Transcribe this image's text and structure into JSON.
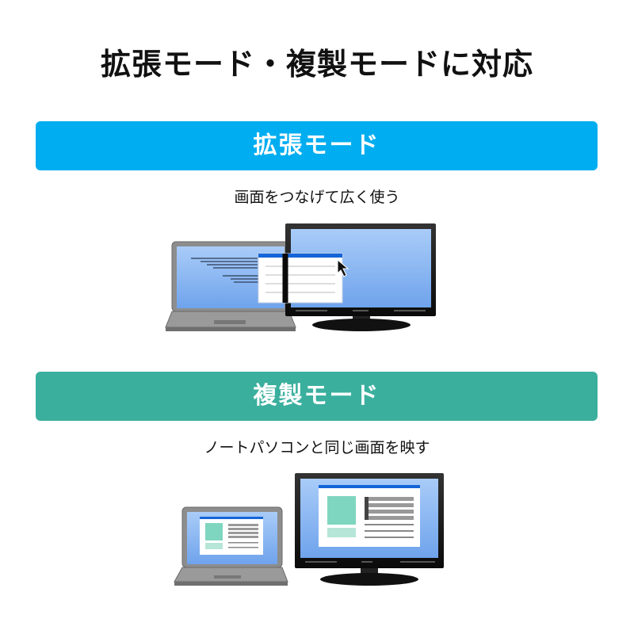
{
  "title": "拡張モード・複製モードに対応",
  "modes": [
    {
      "label": "拡張モード",
      "description": "画面をつなげて広く使う",
      "color": "#00adf0",
      "illustration": "laptop-and-monitor-extended-desktop-with-window-spanning-both-screens-and-cursor"
    },
    {
      "label": "複製モード",
      "description": "ノートパソコンと同じ画面を映す",
      "color": "#3aaf9e",
      "illustration": "laptop-and-monitor-showing-identical-mirrored-screen"
    }
  ],
  "colors": {
    "screen_blue": "#8ab8f5",
    "window_titlebar": "#1565d8",
    "thumbnail_green": "#7fd6c0",
    "thumbnail_light_green": "#b5e6d7"
  }
}
